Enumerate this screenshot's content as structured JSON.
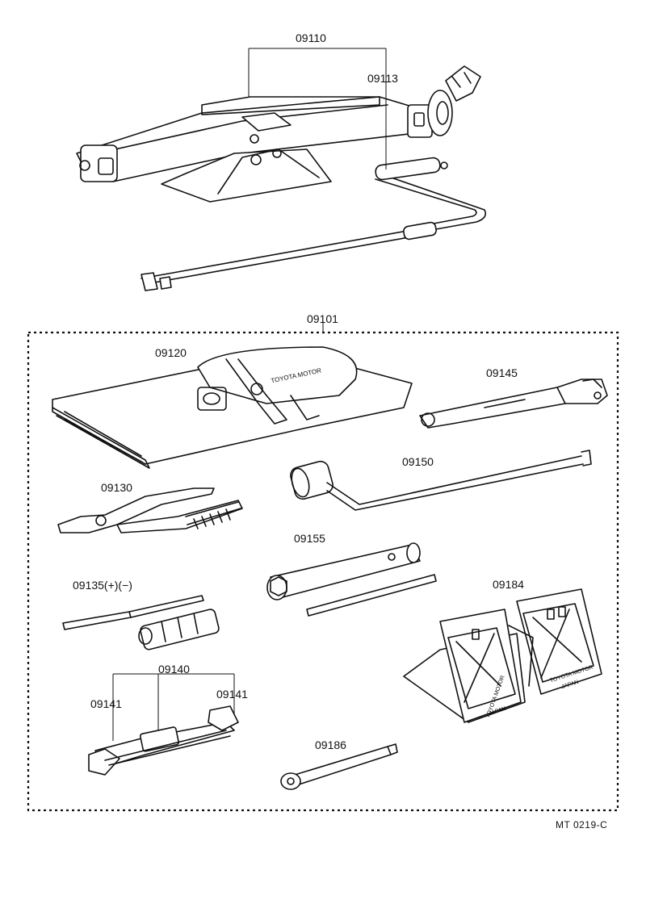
{
  "labels": {
    "jack": "09110",
    "jack_handle": "09113",
    "tool_set": "09101",
    "tool_bag": "09120",
    "wrench_adjustable": "09145",
    "lug_wrench": "09150",
    "pliers": "09130",
    "plug_wrench": "09155",
    "screwdriver": "09135(+)(−)",
    "wheel_chock": "09184",
    "spanner_set": "09140",
    "spanner_left": "09141",
    "spanner_right": "09141",
    "hook_tool": "09186"
  },
  "footer": {
    "code": "MT 0219-C"
  },
  "imprints": {
    "bag_brand": "TOYOTA MOTOR",
    "chock_brand": "TOYOTA MOTOR",
    "chock_country": "JAPAN"
  },
  "colors": {
    "ink": "#111111",
    "paper": "#ffffff"
  }
}
